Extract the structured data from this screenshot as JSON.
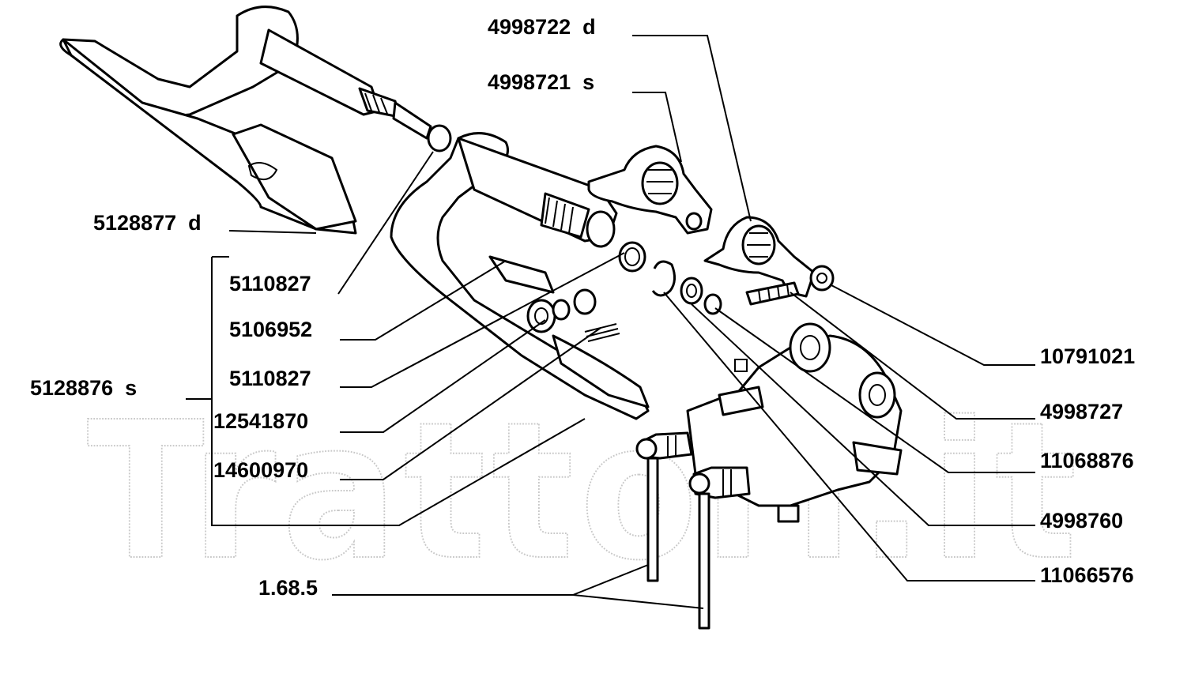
{
  "watermark": "Trattori.it",
  "callouts": [
    {
      "id": "c1",
      "label": "4998722  d"
    },
    {
      "id": "c2",
      "label": "4998721  s"
    },
    {
      "id": "c3",
      "label": "5128877  d"
    },
    {
      "id": "c4",
      "label": "5110827"
    },
    {
      "id": "c5",
      "label": "5106952"
    },
    {
      "id": "c6",
      "label": "5110827"
    },
    {
      "id": "c7",
      "label": "5128876  s"
    },
    {
      "id": "c8",
      "label": "12541870"
    },
    {
      "id": "c9",
      "label": "14600970"
    },
    {
      "id": "c10",
      "label": "1.68.5"
    },
    {
      "id": "c11",
      "label": "10791021"
    },
    {
      "id": "c12",
      "label": "4998727"
    },
    {
      "id": "c13",
      "label": "11068876"
    },
    {
      "id": "c14",
      "label": "4998760"
    },
    {
      "id": "c15",
      "label": "11066576"
    }
  ]
}
